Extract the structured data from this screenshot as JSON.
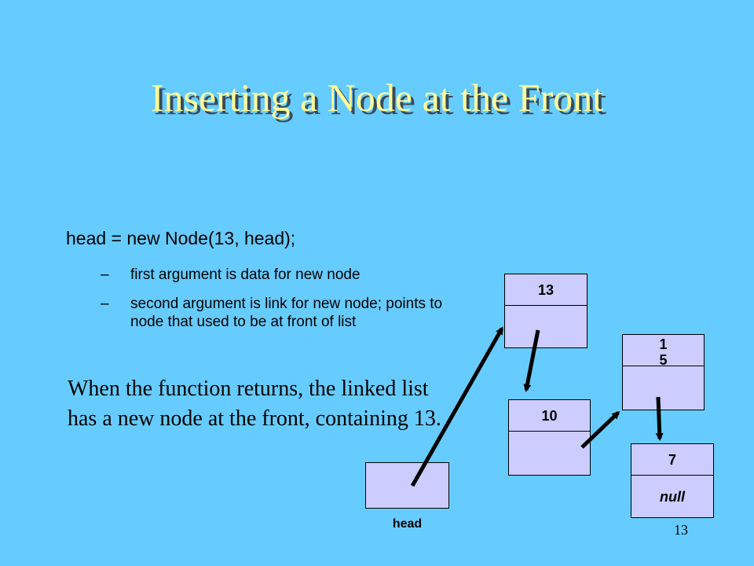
{
  "slide": {
    "title": "Inserting a Node at the Front",
    "code_line": "head = new Node(13, head);",
    "bullets": [
      {
        "dash": "–",
        "text": "first argument is data for new node"
      },
      {
        "dash": "–",
        "text": "second argument is link for new node; points to node that used to be at front of list"
      }
    ],
    "summary": "When the function returns, the linked list has a new node at the front, containing 13.",
    "page_number": "13"
  },
  "diagram": {
    "nodes": [
      {
        "data": "13",
        "link": ""
      },
      {
        "data": "1\n5",
        "link": ""
      },
      {
        "data": "10",
        "link": ""
      },
      {
        "data": "7",
        "link": "null"
      }
    ],
    "head_label": "head",
    "colors": {
      "background": "#66ccff",
      "node_fill": "#ccccff",
      "title": "#ffff99"
    }
  }
}
